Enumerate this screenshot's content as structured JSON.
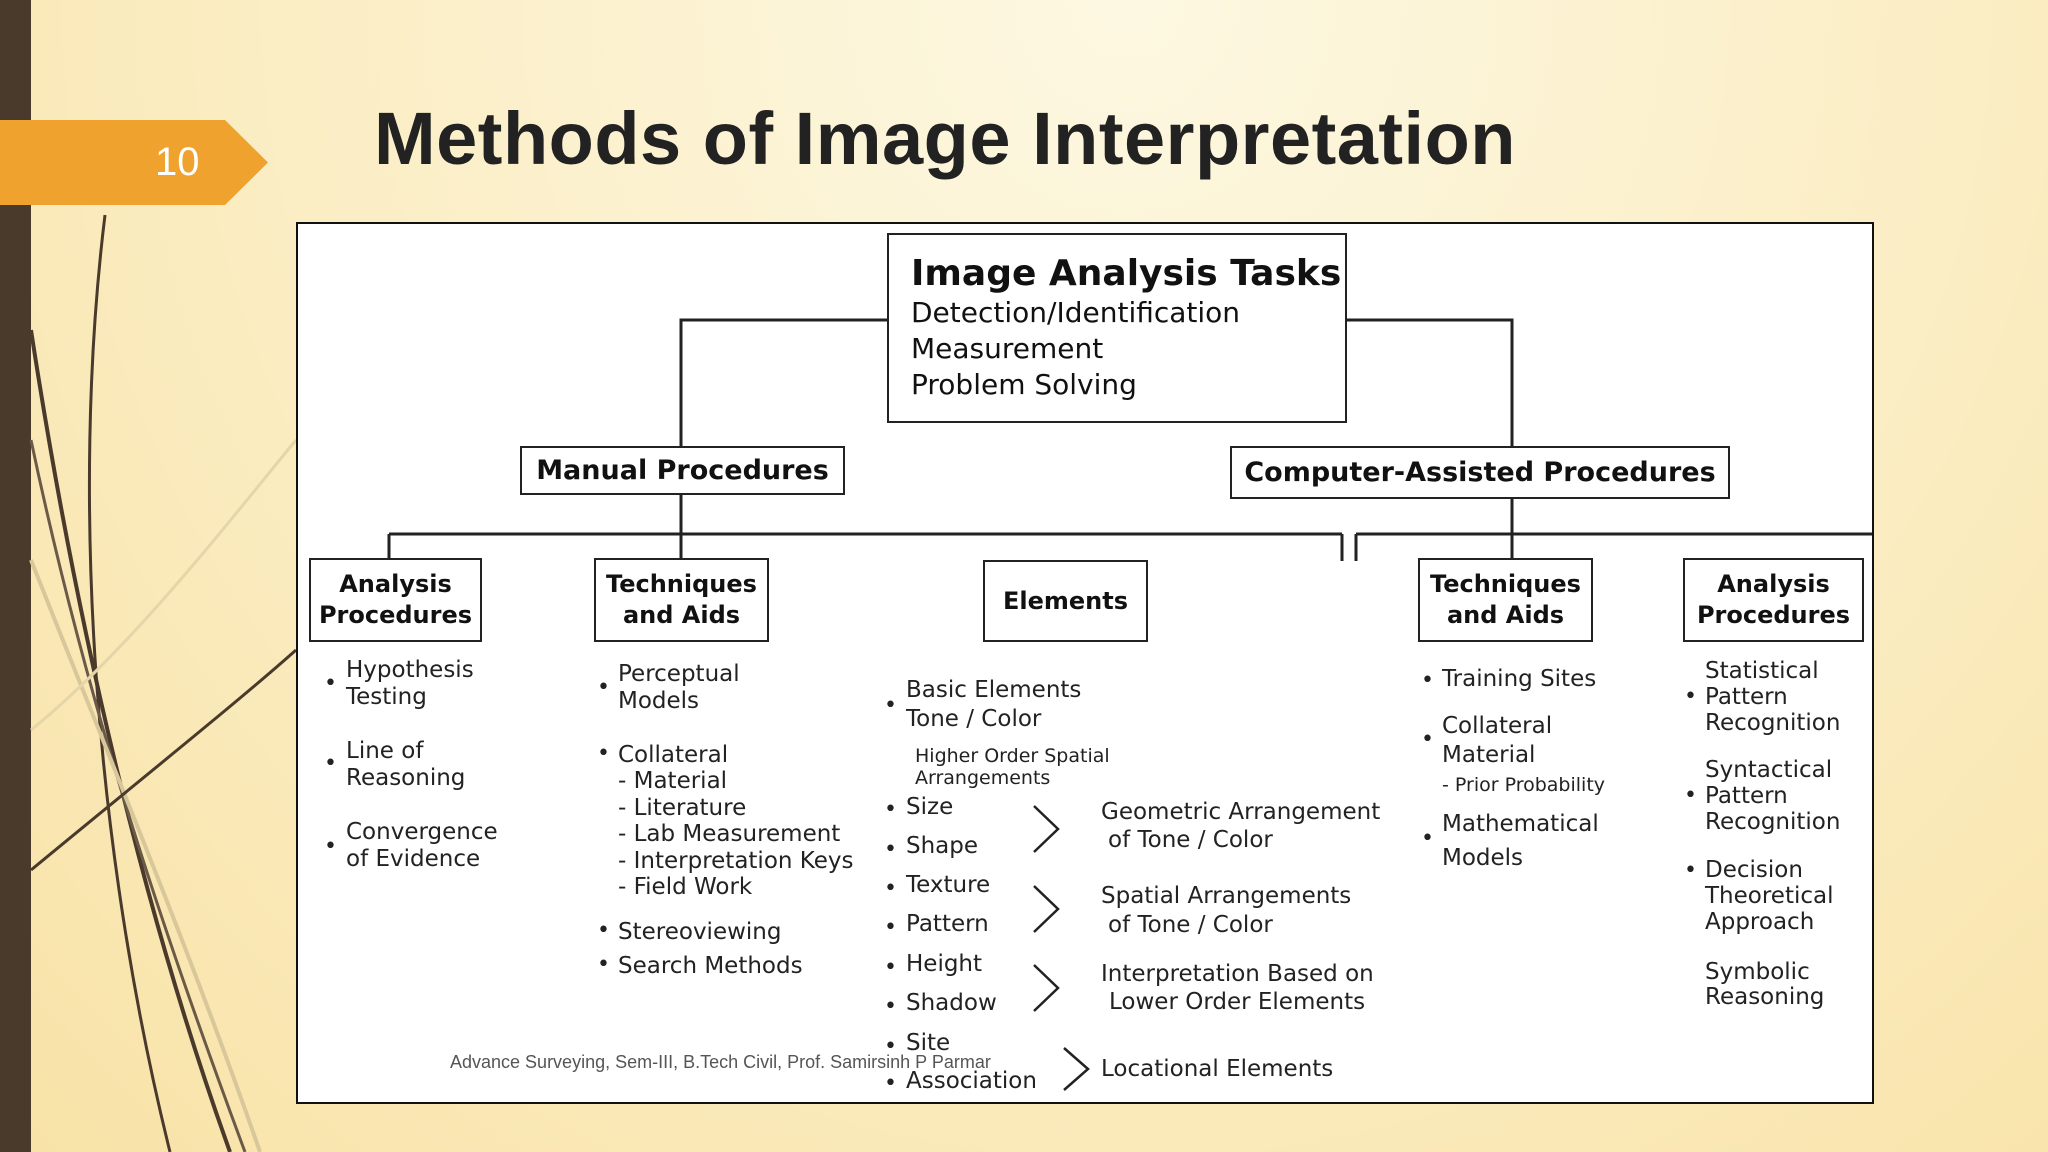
{
  "slide_number": "10",
  "title": "Methods of Image Interpretation",
  "footer": "Advance Surveying, Sem-III, B.Tech Civil, Prof. Samirsinh P Parmar",
  "colors": {
    "accent": "#f0a22e",
    "left_bar": "#4a3a2c"
  },
  "diagram": {
    "root": {
      "title": "Image Analysis Tasks",
      "lines": [
        "Detection/Identification",
        "Measurement",
        "Problem Solving"
      ]
    },
    "manual": "Manual Procedures",
    "computer": "Computer-Assisted Procedures",
    "analysis_left": {
      "line1": "Analysis",
      "line2": "Procedures"
    },
    "techniques_left": {
      "line1": "Techniques",
      "line2": "and Aids"
    },
    "elements": "Elements",
    "techniques_right": {
      "line1": "Techniques",
      "line2": "and Aids"
    },
    "analysis_right": {
      "line1": "Analysis",
      "line2": "Procedures"
    },
    "col1": {
      "i1a": "Hypothesis",
      "i1b": "Testing",
      "i2a": "Line of",
      "i2b": "Reasoning",
      "i3a": "Convergence",
      "i3b": "of Evidence"
    },
    "col2": {
      "i1a": "Perceptual",
      "i1b": "Models",
      "i2": "Collateral",
      "s1": "- Material",
      "s2": "- Literature",
      "s3": "- Lab Measurement",
      "s4": "- Interpretation Keys",
      "s5": "- Field Work",
      "i3": "Stereoviewing",
      "i4": "Search Methods"
    },
    "col3": {
      "basic": "Basic Elements",
      "tone": "Tone / Color",
      "hos1": "Higher Order Spatial",
      "hos2": "Arrangements",
      "size": "Size",
      "shape": "Shape",
      "texture": "Texture",
      "pattern": "Pattern",
      "height": "Height",
      "shadow": "Shadow",
      "site": "Site",
      "association": "Association",
      "g1a": "Geometric Arrangement",
      "g1b": "of Tone / Color",
      "g2a": "Spatial Arrangements",
      "g2b": "of Tone / Color",
      "g3a": "Interpretation Based on",
      "g3b": "Lower Order Elements",
      "g4": "Locational Elements"
    },
    "col4": {
      "i1": "Training Sites",
      "i2a": "Collateral",
      "i2b": "Material",
      "i2c": "- Prior Probability",
      "i3a": "Mathematical",
      "i3b": "Models"
    },
    "col5": {
      "i1a": "Statistical",
      "i1b": "Pattern",
      "i1c": "Recognition",
      "i2a": "Syntactical",
      "i2b": "Pattern",
      "i2c": "Recognition",
      "i3a": "Decision",
      "i3b": "Theoretical",
      "i3c": "Approach",
      "i4a": "Symbolic",
      "i4b": "Reasoning"
    }
  }
}
